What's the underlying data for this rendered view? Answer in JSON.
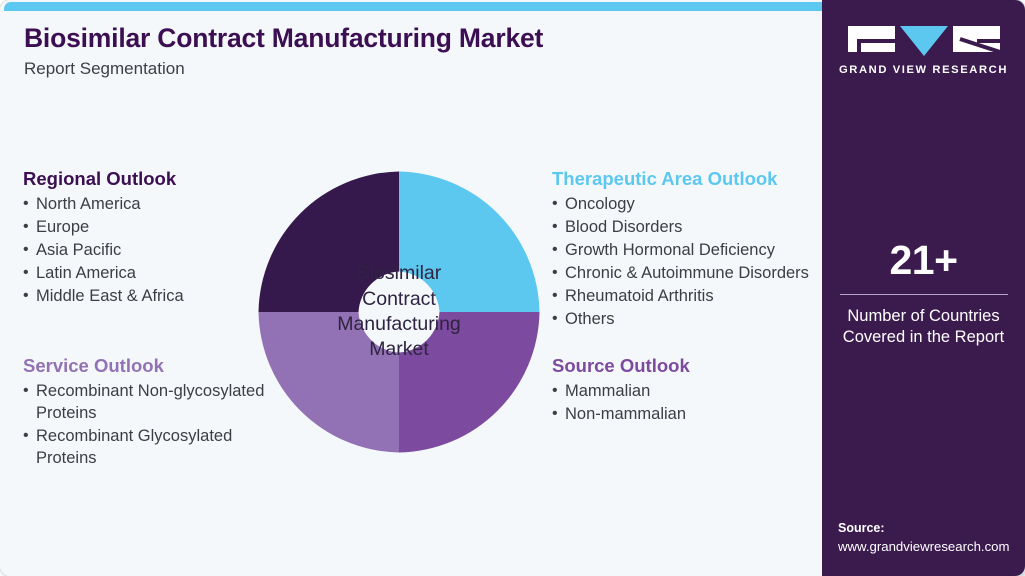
{
  "header": {
    "title": "Biosimilar Contract Manufacturing Market",
    "subtitle": "Report Segmentation"
  },
  "colors": {
    "accent_blue": "#5cc8f0",
    "dark_purple": "#3b1a4e",
    "title_purple": "#3b0f52",
    "mid_purple": "#9272b4",
    "segment_purple": "#7c4a9e",
    "background": "#f4f8fb"
  },
  "sections": {
    "regional": {
      "title": "Regional Outlook",
      "items": [
        "North America",
        "Europe",
        "Asia Pacific",
        "Latin America",
        "Middle East & Africa"
      ]
    },
    "service": {
      "title": "Service Outlook",
      "items": [
        "Recombinant Non-glycosylated Proteins",
        "Recombinant Glycosylated Proteins"
      ]
    },
    "therapeutic": {
      "title": "Therapeutic Area Outlook",
      "items": [
        "Oncology",
        "Blood Disorders",
        "Growth Hormonal Deficiency",
        "Chronic & Autoimmune Disorders",
        "Rheumatoid Arthritis",
        "Others"
      ]
    },
    "source_outlook": {
      "title": "Source Outlook",
      "items": [
        "Mammalian",
        "Non-mammalian"
      ]
    }
  },
  "donut": {
    "center_lines": [
      "Biosimilar",
      "Contract",
      "Manufacturing",
      "Market"
    ]
  },
  "chart_data": {
    "type": "pie",
    "title": "Biosimilar Contract Manufacturing Market",
    "categories": [
      "Therapeutic Area Outlook",
      "Source Outlook",
      "Service Outlook",
      "Regional Outlook"
    ],
    "values": [
      25,
      25,
      25,
      25
    ],
    "colors": [
      "#5cc8f0",
      "#7c4a9e",
      "#9272b4",
      "#36194c"
    ],
    "legend": "none",
    "donut_hole": 0.64,
    "start_angle_deg": 0
  },
  "sidebar": {
    "logo": {
      "wordmark": "GRAND VIEW RESEARCH"
    },
    "stat": {
      "number": "21+",
      "caption_line_1": "Number of Countries",
      "caption_line_2": "Covered in the Report"
    },
    "source": {
      "label": "Source:",
      "url": "www.grandviewresearch.com"
    }
  }
}
